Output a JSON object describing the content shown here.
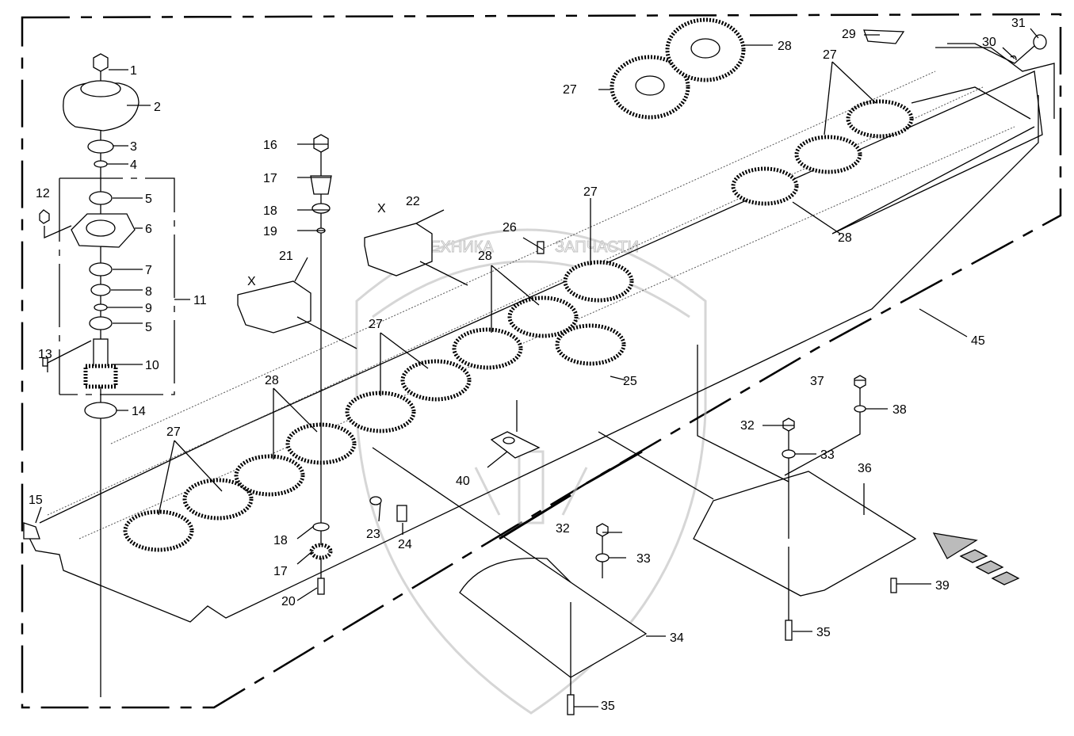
{
  "diagram": {
    "type": "exploded-parts-diagram",
    "subject": "cutter bar gear train assembly",
    "watermark": {
      "left": "ТЕХНИКА",
      "right": "ЗАПЧАСТИ"
    },
    "section_marks": [
      "X",
      "X"
    ],
    "labels": [
      {
        "id": "l1",
        "text": "1"
      },
      {
        "id": "l2",
        "text": "2"
      },
      {
        "id": "l3",
        "text": "3"
      },
      {
        "id": "l4",
        "text": "4"
      },
      {
        "id": "l5a",
        "text": "5"
      },
      {
        "id": "l5b",
        "text": "5"
      },
      {
        "id": "l6",
        "text": "6"
      },
      {
        "id": "l7",
        "text": "7"
      },
      {
        "id": "l8",
        "text": "8"
      },
      {
        "id": "l9",
        "text": "9"
      },
      {
        "id": "l10",
        "text": "10"
      },
      {
        "id": "l11",
        "text": "11"
      },
      {
        "id": "l12",
        "text": "12"
      },
      {
        "id": "l13",
        "text": "13"
      },
      {
        "id": "l14",
        "text": "14"
      },
      {
        "id": "l15",
        "text": "15"
      },
      {
        "id": "l16",
        "text": "16"
      },
      {
        "id": "l17a",
        "text": "17"
      },
      {
        "id": "l17b",
        "text": "17"
      },
      {
        "id": "l18a",
        "text": "18"
      },
      {
        "id": "l18b",
        "text": "18"
      },
      {
        "id": "l19",
        "text": "19"
      },
      {
        "id": "l20",
        "text": "20"
      },
      {
        "id": "l21",
        "text": "21"
      },
      {
        "id": "l22",
        "text": "22"
      },
      {
        "id": "l23",
        "text": "23"
      },
      {
        "id": "l24",
        "text": "24"
      },
      {
        "id": "l25",
        "text": "25"
      },
      {
        "id": "l26",
        "text": "26"
      },
      {
        "id": "l27a",
        "text": "27"
      },
      {
        "id": "l27b",
        "text": "27"
      },
      {
        "id": "l27c",
        "text": "27"
      },
      {
        "id": "l27d",
        "text": "27"
      },
      {
        "id": "l27e",
        "text": "27"
      },
      {
        "id": "l28a",
        "text": "28"
      },
      {
        "id": "l28b",
        "text": "28"
      },
      {
        "id": "l28c",
        "text": "28"
      },
      {
        "id": "l28d",
        "text": "28"
      },
      {
        "id": "l29",
        "text": "29"
      },
      {
        "id": "l30",
        "text": "30"
      },
      {
        "id": "l31",
        "text": "31"
      },
      {
        "id": "l32a",
        "text": "32"
      },
      {
        "id": "l32b",
        "text": "32"
      },
      {
        "id": "l33a",
        "text": "33"
      },
      {
        "id": "l33b",
        "text": "33"
      },
      {
        "id": "l34",
        "text": "34"
      },
      {
        "id": "l35a",
        "text": "35"
      },
      {
        "id": "l35b",
        "text": "35"
      },
      {
        "id": "l36",
        "text": "36"
      },
      {
        "id": "l37",
        "text": "37"
      },
      {
        "id": "l38",
        "text": "38"
      },
      {
        "id": "l39",
        "text": "39"
      },
      {
        "id": "l40",
        "text": "40"
      },
      {
        "id": "l45",
        "text": "45"
      }
    ]
  }
}
